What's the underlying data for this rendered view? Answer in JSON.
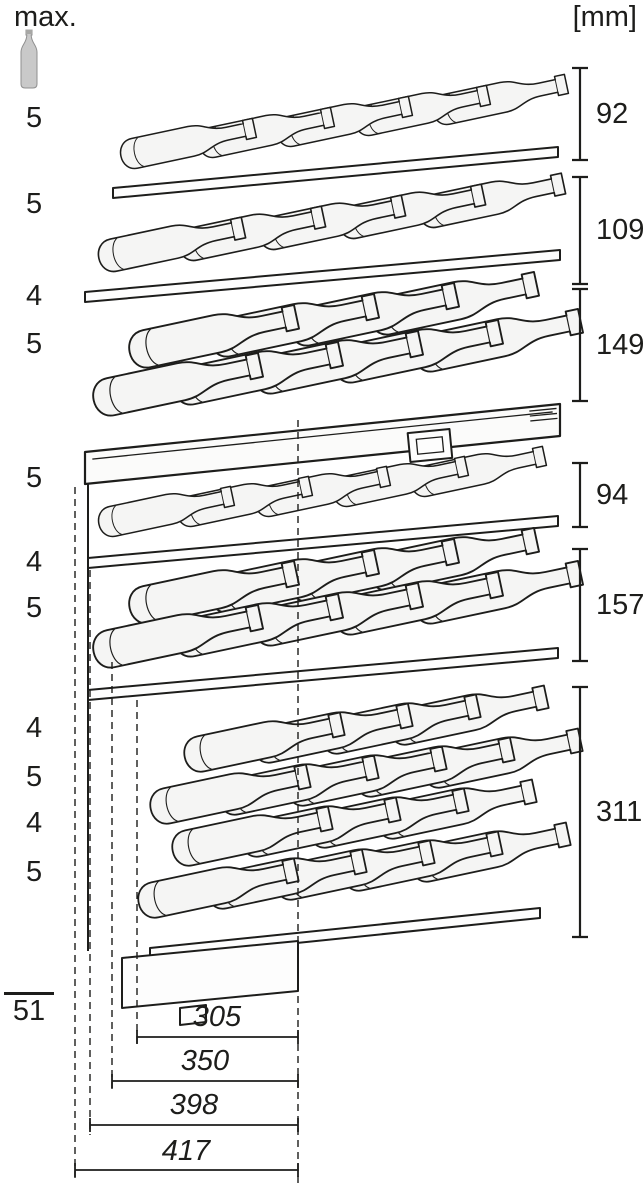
{
  "header": {
    "max_label": "max.",
    "mm_label": "[mm]"
  },
  "icon": {
    "name": "wine-bottle-icon"
  },
  "left_counts": [
    "5",
    "5",
    "4",
    "5",
    "5",
    "4",
    "5",
    "4",
    "5",
    "4",
    "5"
  ],
  "floor_clearance": "51",
  "height_dims": [
    "92",
    "109",
    "149",
    "94",
    "157",
    "311"
  ],
  "depth_dims": [
    "305",
    "350",
    "398",
    "417"
  ],
  "colors": {
    "line": "#1d1d1b",
    "bottle_fill": "#f5f5f4",
    "icon_gray": "#c9c9c9"
  }
}
